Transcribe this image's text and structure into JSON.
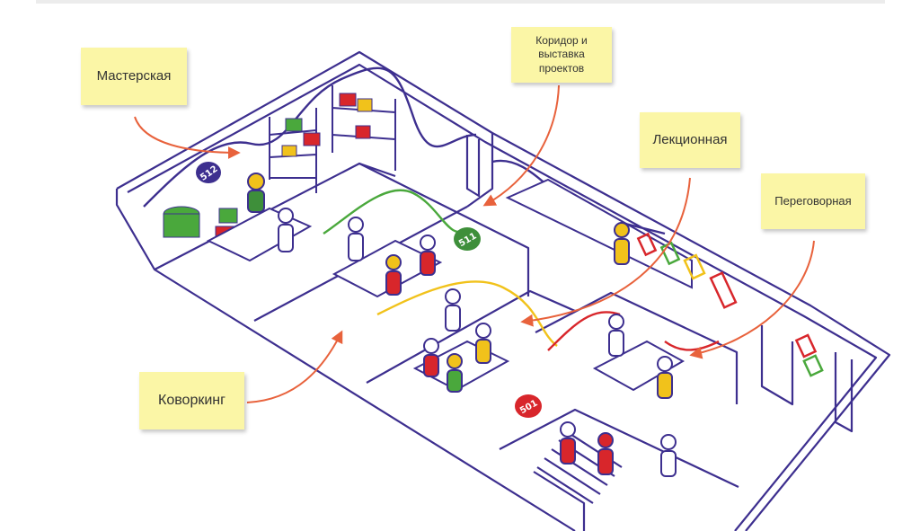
{
  "labels": {
    "workshop": "Мастерская",
    "corridor": "Коридор и\nвыставка\nпроектов",
    "lecture": "Лекционная",
    "meeting": "Переговорная",
    "coworking": "Коворкинг"
  },
  "room_numbers": {
    "r512": "512",
    "r511": "511",
    "r501": "501"
  },
  "colors": {
    "outline": "#3d2f8f",
    "arrow": "#e8623c",
    "note": "#fbf6a6",
    "badge_workshop": "#3d2f8f",
    "badge_coworking": "#3e8f3a",
    "badge_stair": "#d8262b",
    "red": "#d8262b",
    "green": "#4aa83c",
    "yellow": "#f1c21b"
  }
}
